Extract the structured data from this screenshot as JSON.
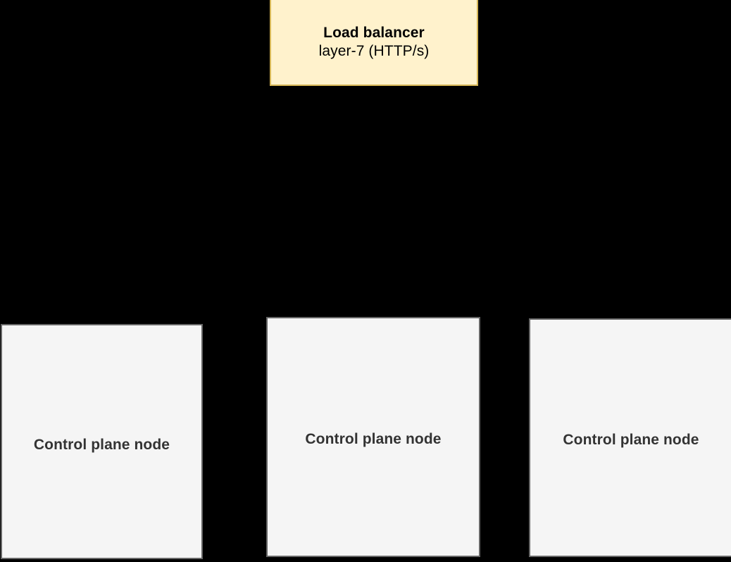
{
  "diagram": {
    "background_color": "#000000",
    "nodes": [
      {
        "id": "load-balancer",
        "title": "Load balancer",
        "subtitle": "layer-7 (HTTP/s)",
        "fill_color": "#fff2cc",
        "border_color": "#d6b656",
        "text_color": "#000000"
      },
      {
        "id": "control-plane-node-1",
        "label": "Control plane node",
        "fill_color": "#f5f5f5",
        "border_color": "#666666",
        "text_color": "#333333"
      },
      {
        "id": "control-plane-node-2",
        "label": "Control plane node",
        "fill_color": "#f5f5f5",
        "border_color": "#666666",
        "text_color": "#333333"
      },
      {
        "id": "control-plane-node-3",
        "label": "Control plane node",
        "fill_color": "#f5f5f5",
        "border_color": "#666666",
        "text_color": "#333333"
      }
    ]
  }
}
